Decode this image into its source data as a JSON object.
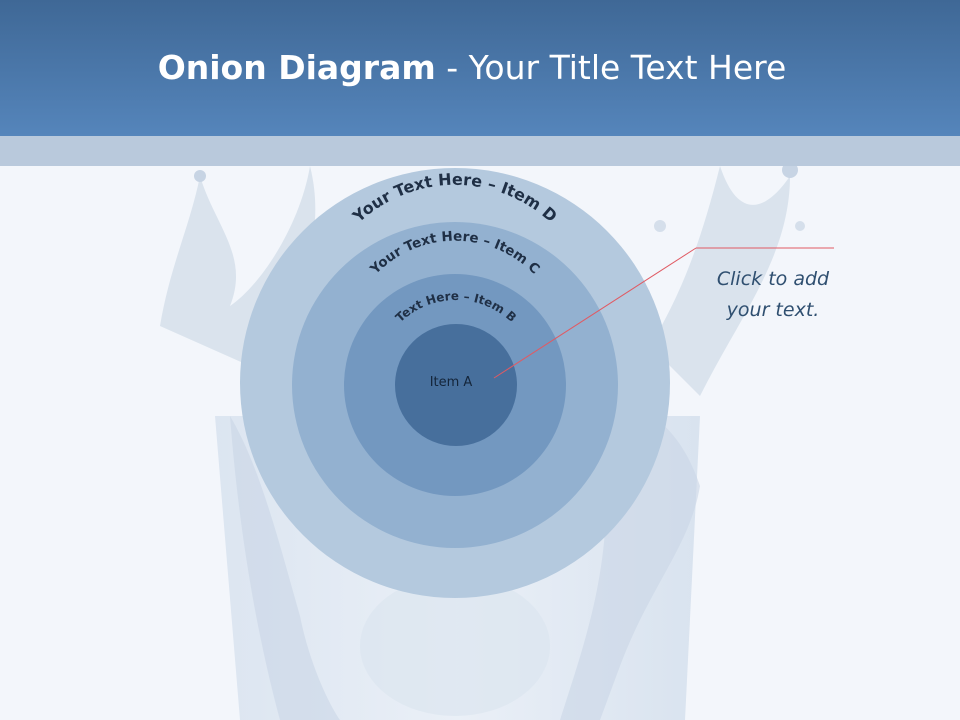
{
  "slide": {
    "title_bold": "Onion Diagram",
    "title_rest": " - Your Title Text Here"
  },
  "diagram": {
    "layers": [
      {
        "label": "Item A"
      },
      {
        "label": "Text Here – Item B"
      },
      {
        "label": "Your Text Here – Item C"
      },
      {
        "label": "Your Text Here – Item D"
      }
    ],
    "colors": {
      "ring_d": "#b4c9de",
      "ring_c": "#93b1d0",
      "ring_b": "#7398c0",
      "core_a": "#476f9c",
      "callout_line": "#e05a63"
    }
  },
  "callout": {
    "line1": "Click  to add",
    "line2": "your text."
  }
}
